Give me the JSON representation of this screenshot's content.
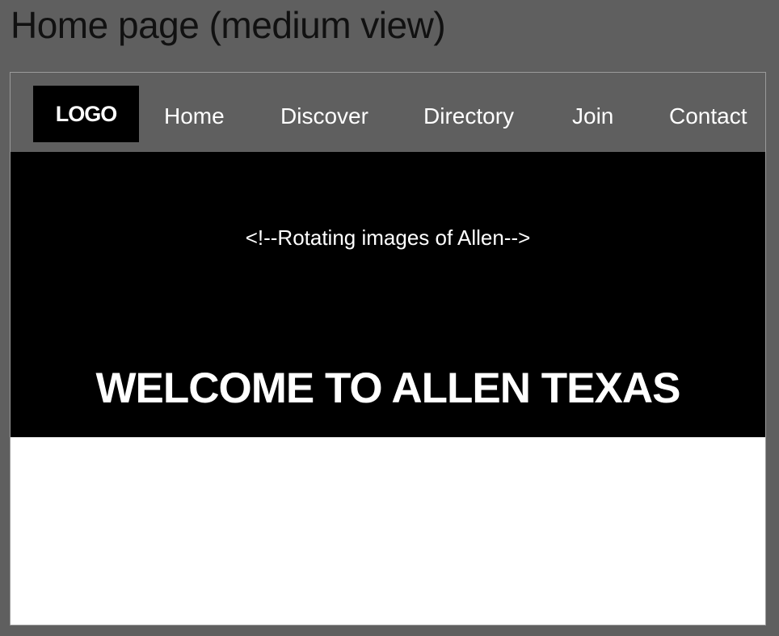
{
  "canvas": {
    "title": "Home page (medium view)"
  },
  "nav": {
    "logo": "LOGO",
    "links": [
      "Home",
      "Discover",
      "Directory",
      "Join",
      "Contact"
    ]
  },
  "hero": {
    "placeholder": "<!--Rotating images of Allen-->",
    "title": "WELCOME TO ALLEN TEXAS"
  },
  "colors": {
    "canvas_background": "#5f5f5f",
    "nav_background": "#5f5f5f",
    "hero_background": "#000000",
    "content_background": "#ffffff",
    "text_light": "#ffffff",
    "text_dark": "#111111"
  }
}
